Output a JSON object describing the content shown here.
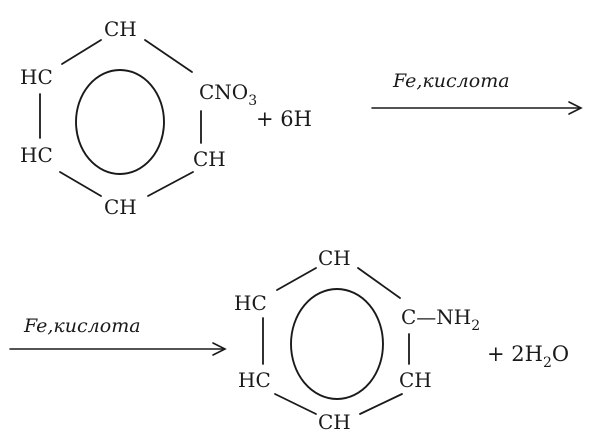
{
  "reaction": {
    "reactant": {
      "top": "CH",
      "upper_left": "HC",
      "upper_right_main": "CNO",
      "upper_right_sub": "3",
      "lower_left": "HC",
      "lower_right": "CH",
      "bottom": "CH"
    },
    "reagent_plus": "+ 6H",
    "arrow1_condition": "Fe,кислота",
    "arrow2_condition": "Fe,кислота",
    "product": {
      "top": "CH",
      "upper_left": "HC",
      "upper_right_main": "C—NH",
      "upper_right_sub": "2",
      "lower_left": "HC",
      "lower_right": "CH",
      "bottom": "CH"
    },
    "byproduct_plus": "+ 2H",
    "byproduct_sub": "2",
    "byproduct_tail": "O"
  }
}
